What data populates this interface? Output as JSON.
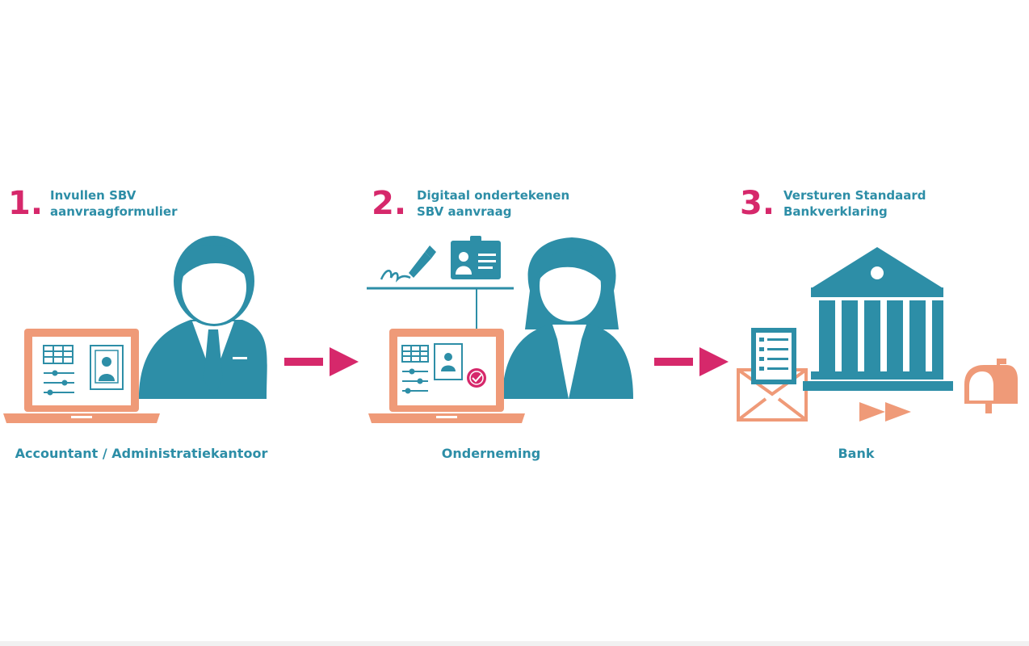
{
  "colors": {
    "teal": "#2d8ea7",
    "salmon": "#ef9a78",
    "magenta": "#d6286b",
    "white": "#ffffff"
  },
  "steps": [
    {
      "number": "1.",
      "title_line1": "Invullen SBV",
      "title_line2": "aanvraagformulier",
      "actor": "Accountant / Administratiekantoor",
      "icons": [
        "businessman-icon",
        "laptop-icon",
        "spreadsheet-icon",
        "sliders-icon",
        "profile-card-icon"
      ]
    },
    {
      "number": "2.",
      "title_line1": "Digitaal ondertekenen",
      "title_line2": "SBV aanvraag",
      "actor": "Onderneming",
      "icons": [
        "businesswoman-icon",
        "laptop-icon",
        "signature-pen-icon",
        "id-badge-icon",
        "approval-seal-icon"
      ]
    },
    {
      "number": "3.",
      "title_line1": "Versturen Standaard",
      "title_line2": "Bankverklaring",
      "actor": "Bank",
      "icons": [
        "bank-building-icon",
        "envelope-document-icon",
        "mailbox-icon",
        "fast-forward-icon"
      ]
    }
  ],
  "connectors": [
    "arrow-right-icon",
    "arrow-right-icon"
  ]
}
